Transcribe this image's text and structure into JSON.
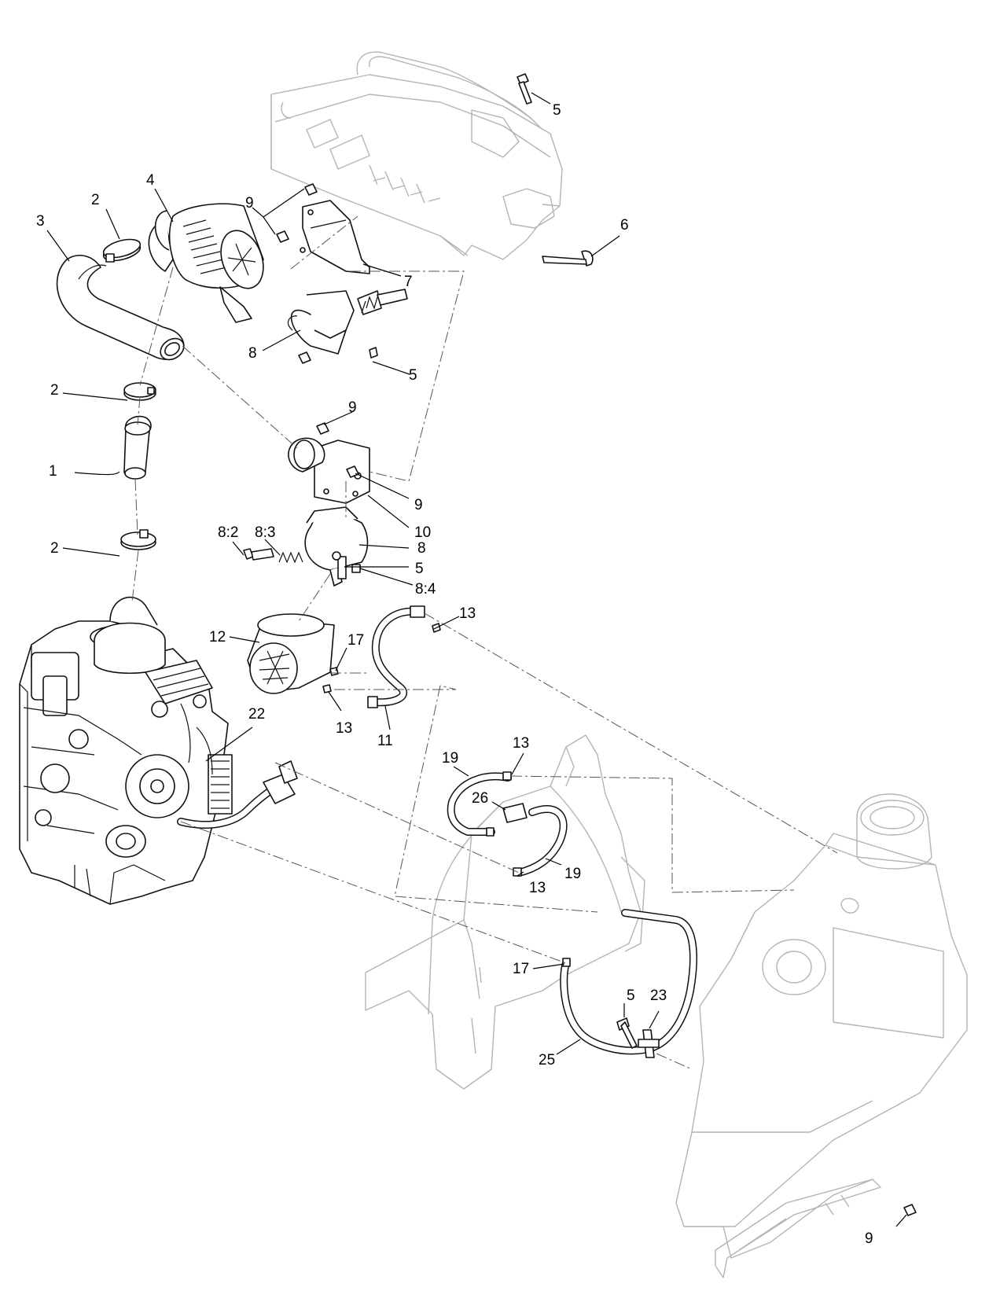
{
  "callouts": [
    "1",
    "2",
    "2",
    "2",
    "3",
    "4",
    "5",
    "5",
    "5",
    "5",
    "6",
    "7",
    "8",
    "8",
    "8:2",
    "8:3",
    "8:4",
    "9",
    "9",
    "9",
    "9",
    "9",
    "10",
    "11",
    "12",
    "13",
    "13",
    "13",
    "13",
    "17",
    "17",
    "19",
    "19",
    "22",
    "23",
    "25",
    "26"
  ]
}
